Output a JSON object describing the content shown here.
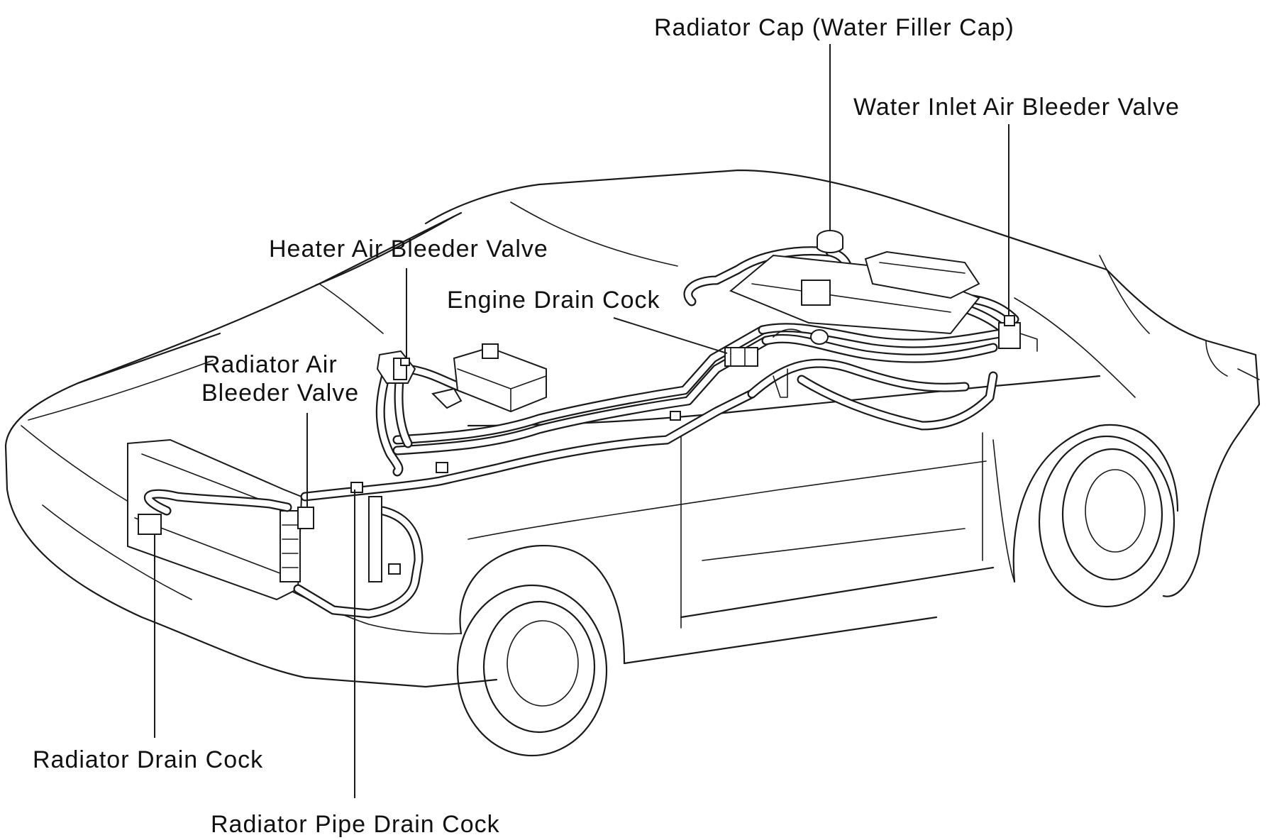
{
  "labels": {
    "radiator_cap": "Radiator Cap (Water Filler Cap)",
    "water_inlet_air_bleeder_valve": "Water Inlet Air Bleeder Valve",
    "heater_air_bleeder_valve": "Heater Air Bleeder Valve",
    "engine_drain_cock": "Engine Drain Cock",
    "radiator_air_bleeder_valve_line1": "Radiator Air",
    "radiator_air_bleeder_valve_line2": "Bleeder Valve",
    "radiator_drain_cock": "Radiator Drain Cock",
    "radiator_pipe_drain_cock": "Radiator Pipe Drain Cock"
  },
  "colors": {
    "line": "#1a1a1a",
    "background": "#ffffff"
  }
}
